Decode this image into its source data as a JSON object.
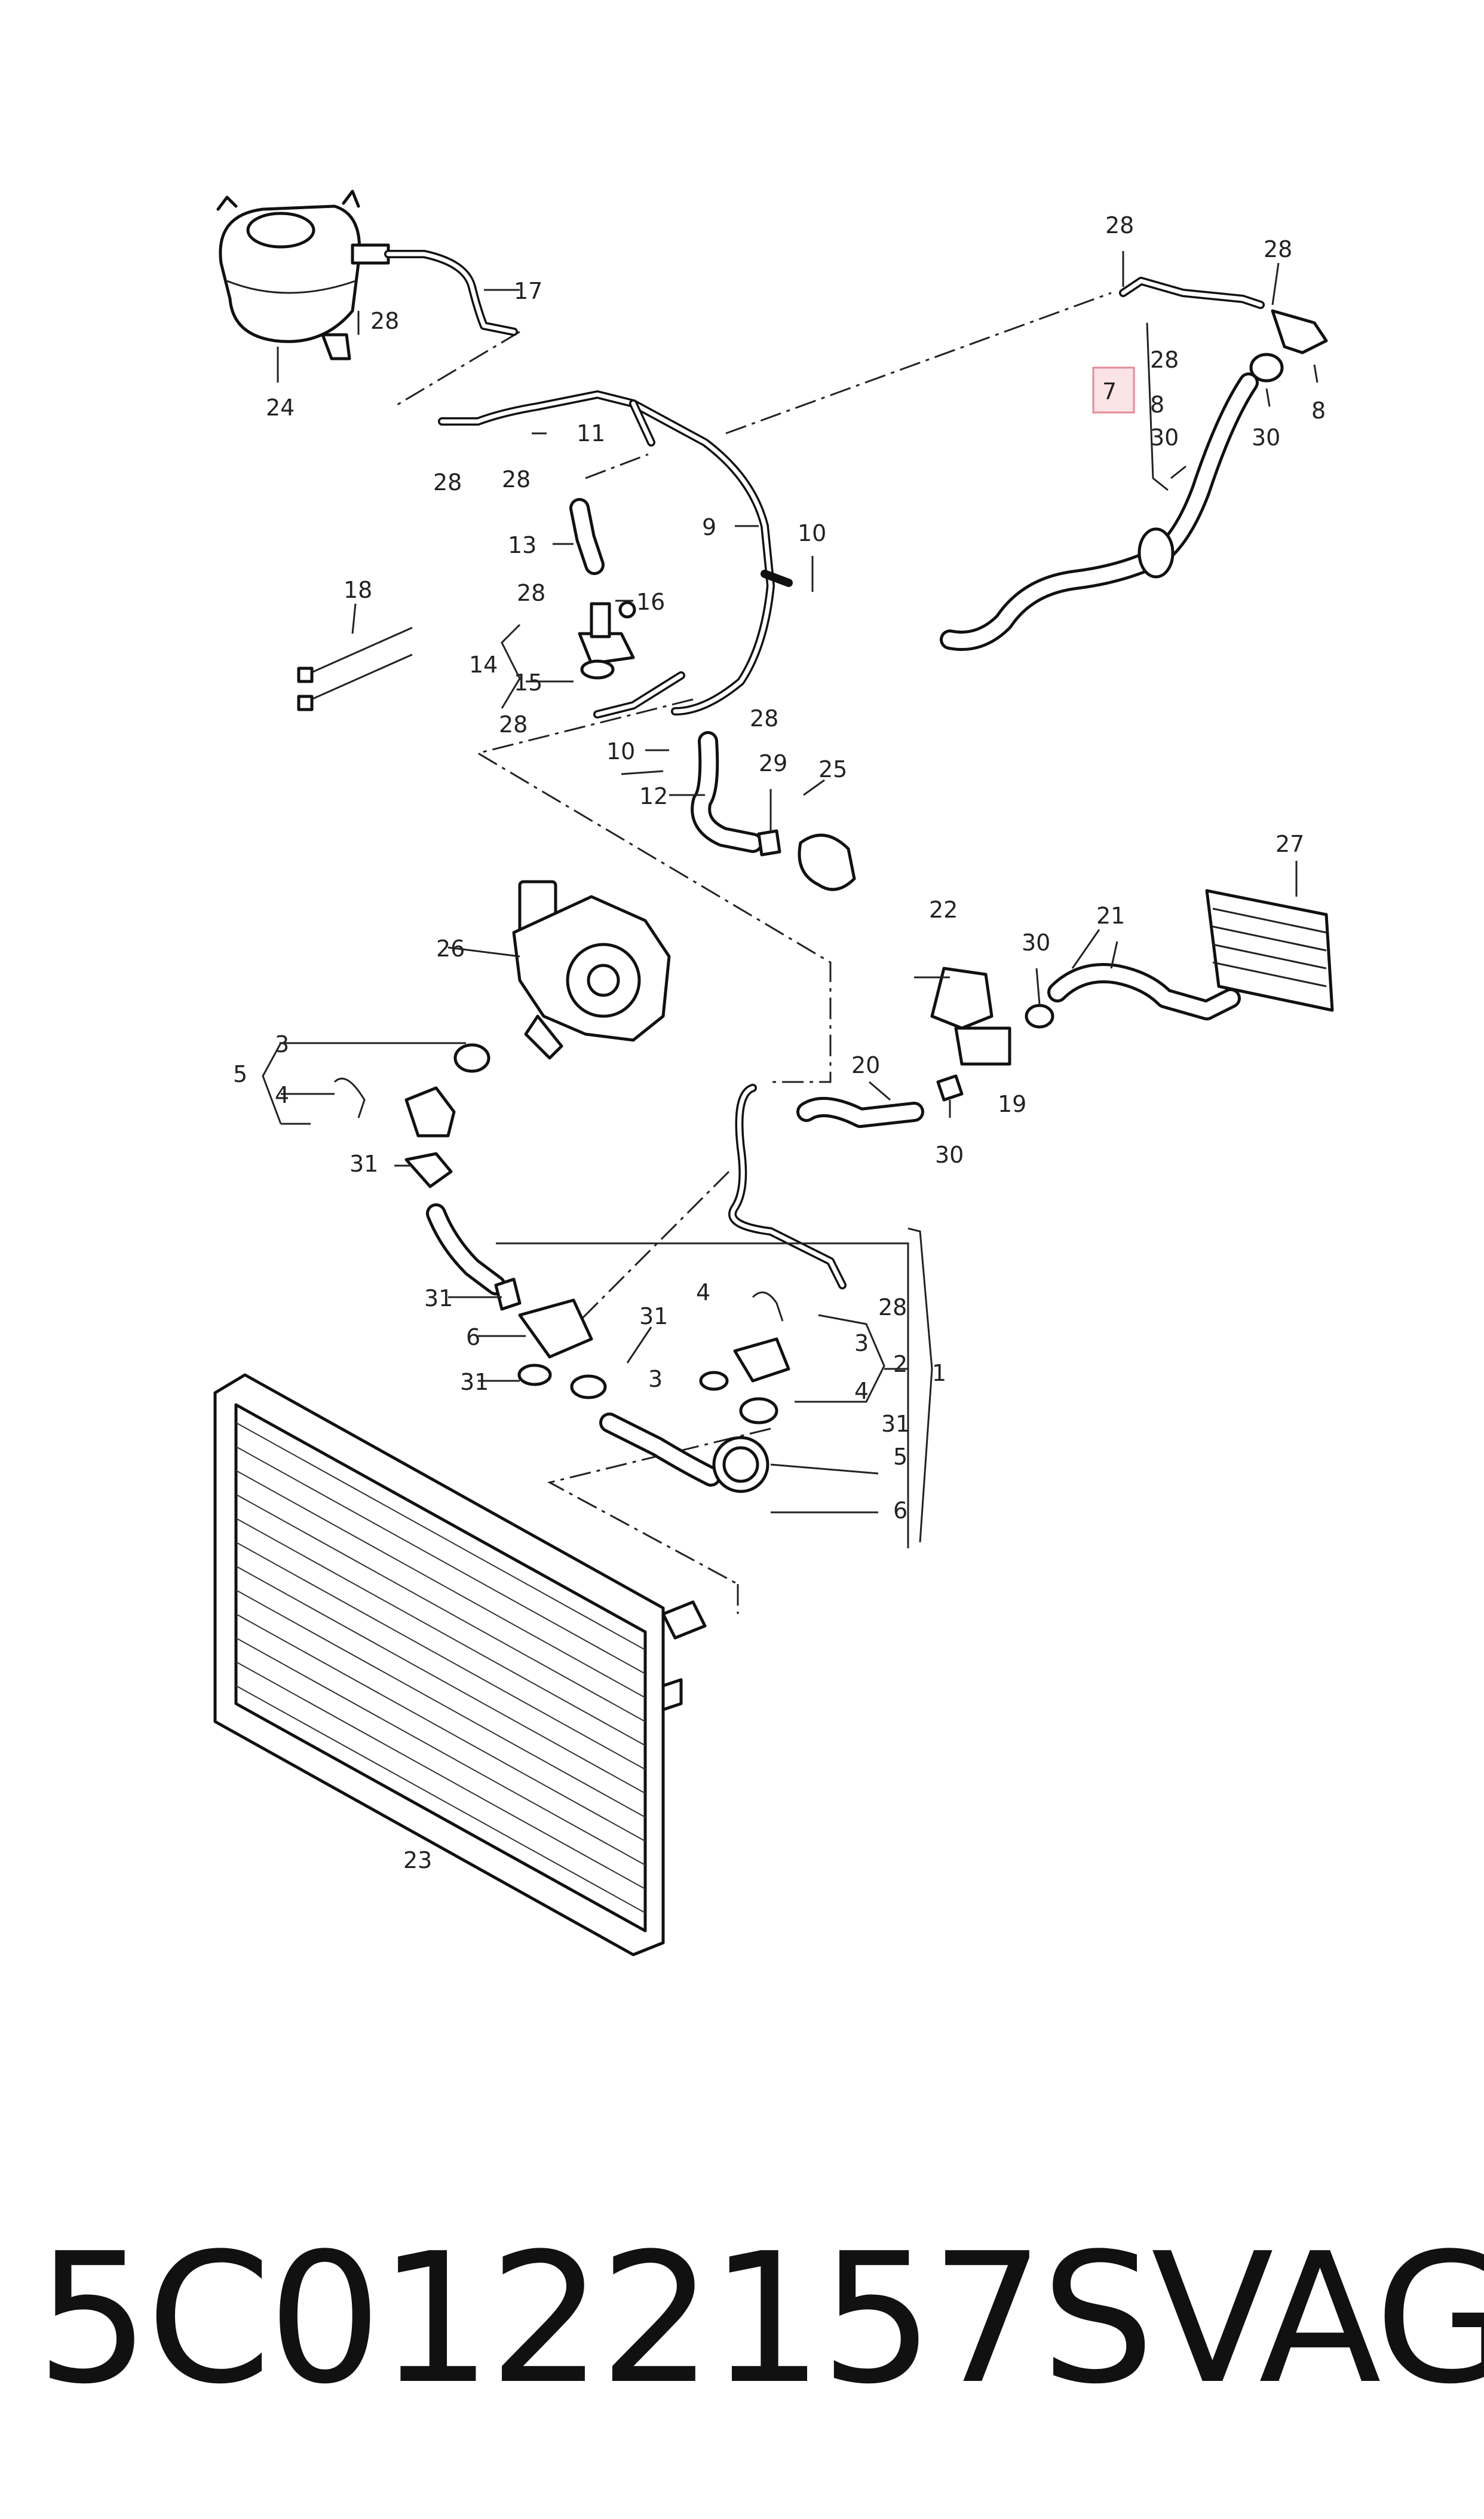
{
  "diagram": {
    "highlight_label": "7",
    "callouts": {
      "c1": "1",
      "c2": "2",
      "c3a": "3",
      "c3b": "3",
      "c3c": "3",
      "c4a": "4",
      "c4b": "4",
      "c4c": "4",
      "c5a": "5",
      "c5b": "5",
      "c6a": "6",
      "c6b": "6",
      "c8a": "8",
      "c8b": "8",
      "c9": "9",
      "c10a": "10",
      "c10b": "10",
      "c11": "11",
      "c12": "12",
      "c13": "13",
      "c14": "14",
      "c15": "15",
      "c16": "16",
      "c17": "17",
      "c18": "18",
      "c19": "19",
      "c20": "20",
      "c21": "21",
      "c22": "22",
      "c23": "23",
      "c24": "24",
      "c25": "25",
      "c26": "26",
      "c27": "27",
      "c28a": "28",
      "c28b": "28",
      "c28c": "28",
      "c28d": "28",
      "c28e": "28",
      "c28f": "28",
      "c28g": "28",
      "c28h": "28",
      "c28i": "28",
      "c28j": "28",
      "c29": "29",
      "c30a": "30",
      "c30b": "30",
      "c30c": "30",
      "c30d": "30",
      "c31a": "31",
      "c31b": "31",
      "c31c": "31",
      "c31d": "31",
      "c31e": "31"
    }
  },
  "footer": {
    "part_number": "5C0122157S",
    "brand": "VAG"
  }
}
